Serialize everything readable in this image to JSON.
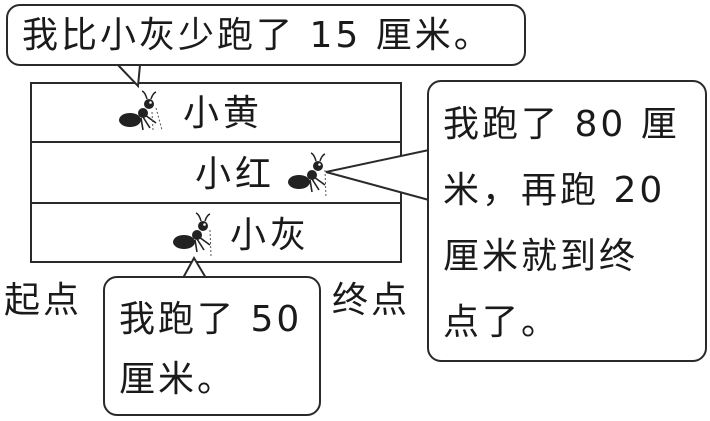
{
  "bubbles": {
    "top": "我比小灰少跑了 15 厘米。",
    "right": [
      "我跑了 80 厘",
      "米，再跑 20",
      "厘米就到终",
      "点了。"
    ],
    "bottom": [
      "我跑了 50",
      "厘米。"
    ]
  },
  "ants": {
    "huang": "小黄",
    "hong": "小红",
    "hui": "小灰"
  },
  "labels": {
    "start": "起点",
    "end": "终点"
  },
  "colors": {
    "ink": "#1a1a1a",
    "ant_body": "#222222"
  }
}
